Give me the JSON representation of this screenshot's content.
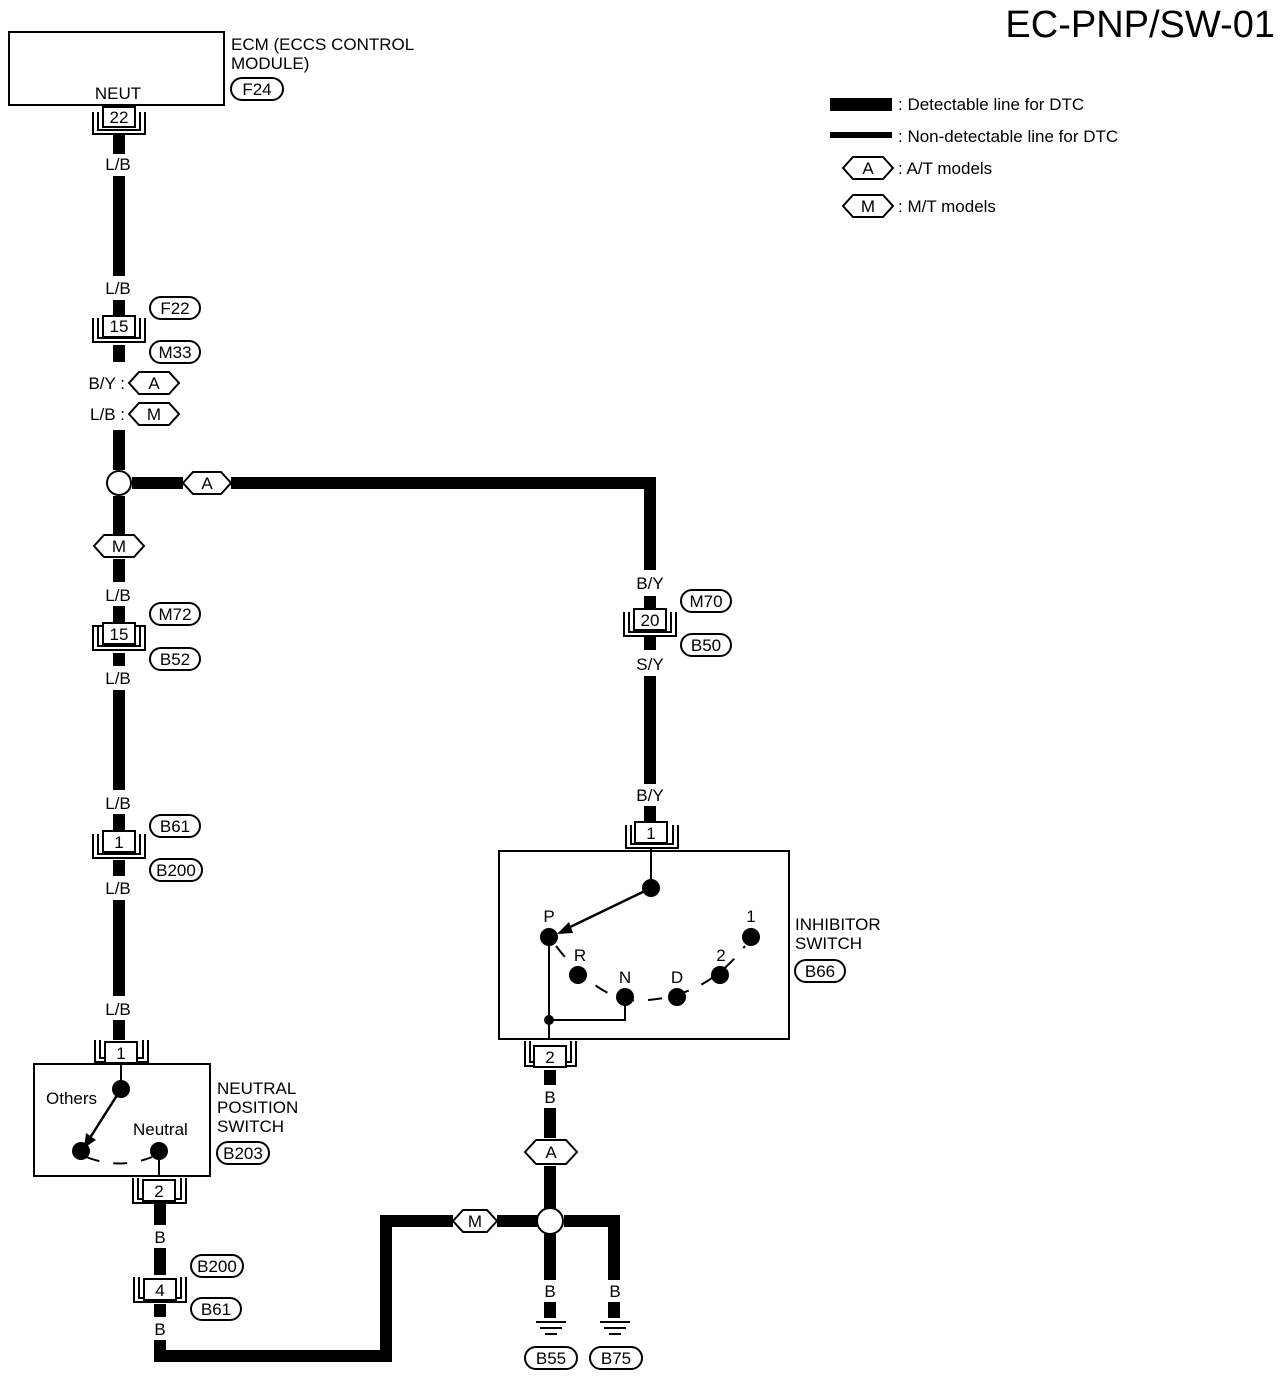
{
  "title": "EC-PNP/SW-01",
  "legend": {
    "detectable": ": Detectable line for DTC",
    "non_detectable": ": Non-detectable line for DTC",
    "at_symbol": "A",
    "at_text": ": A/T models",
    "mt_symbol": "M",
    "mt_text": ": M/T models"
  },
  "ecm": {
    "name_line1": "ECM (ECCS CONTROL",
    "name_line2": "MODULE)",
    "terminal_label": "NEUT",
    "connector_id": "F24",
    "pin": "22"
  },
  "wires": {
    "ecm_out": "L/B",
    "f22_in": "L/B",
    "after_m33_at": "B/Y :",
    "after_m33_mt": "L/B :",
    "m72_in": "L/B",
    "b52_out": "L/B",
    "b61_in": "L/B",
    "b200_out": "L/B",
    "nps_in": "L/B",
    "m70_in": "B/Y",
    "b50_out": "S/Y",
    "inh_in": "B/Y",
    "inh_out": "B",
    "nps_out": "B",
    "b61_out": "B",
    "b55_wire": "B",
    "b75_wire": "B"
  },
  "connectors": {
    "f22_m33": {
      "pin": "15",
      "top": "F22",
      "bottom": "M33"
    },
    "m72_b52": {
      "pin": "15",
      "top": "M72",
      "bottom": "B52"
    },
    "b61_b200": {
      "pin": "1",
      "top": "B61",
      "bottom": "B200"
    },
    "m70_b50": {
      "pin": "20",
      "top": "M70",
      "bottom": "B50"
    },
    "b200_b61": {
      "pin": "4",
      "top": "B200",
      "bottom": "B61"
    }
  },
  "variant_tags": {
    "branch_a": "A",
    "branch_m": "M",
    "ground_a": "A",
    "ground_m": "M",
    "after_m33_at": "A",
    "after_m33_mt": "M"
  },
  "neutral_switch": {
    "name_line1": "NEUTRAL",
    "name_line2": "POSITION",
    "name_line3": "SWITCH",
    "connector_id": "B203",
    "pin_in": "1",
    "pin_out": "2",
    "pos_others": "Others",
    "pos_neutral": "Neutral"
  },
  "inhibitor_switch": {
    "name_line1": "INHIBITOR",
    "name_line2": "SWITCH",
    "connector_id": "B66",
    "pin_in": "1",
    "pin_out": "2",
    "positions": [
      "P",
      "R",
      "N",
      "D",
      "2",
      "1"
    ]
  },
  "grounds": [
    "B55",
    "B75"
  ]
}
